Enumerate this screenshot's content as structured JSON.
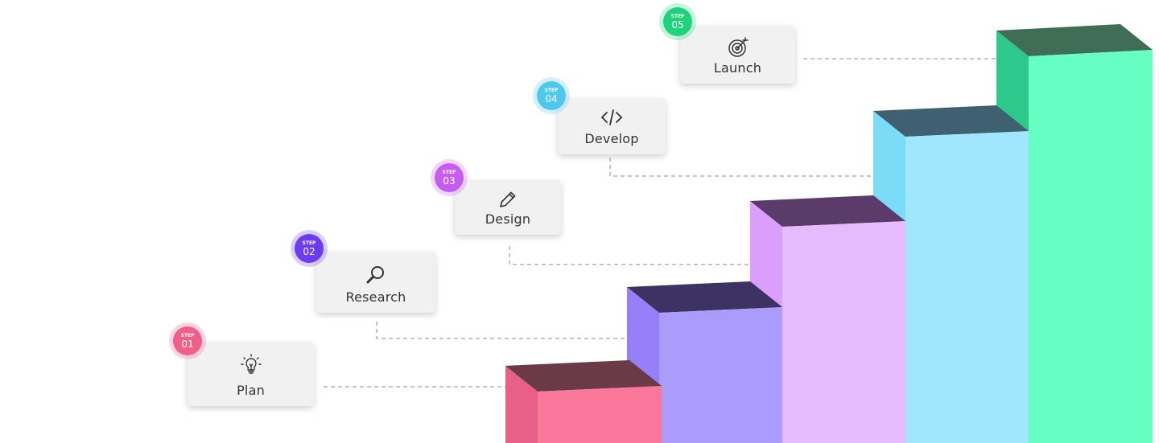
{
  "steps": [
    {
      "step_word": "STEP",
      "number": "01",
      "label": "Plan",
      "icon": "lightbulb-icon",
      "color": "#f25e8a"
    },
    {
      "step_word": "STEP",
      "number": "02",
      "label": "Research",
      "icon": "search-icon",
      "color": "#6b3cf2"
    },
    {
      "step_word": "STEP",
      "number": "03",
      "label": "Design",
      "icon": "pencil-icon",
      "color": "#c65df0"
    },
    {
      "step_word": "STEP",
      "number": "04",
      "label": "Develop",
      "icon": "code-icon",
      "color": "#4fc8ee"
    },
    {
      "step_word": "STEP",
      "number": "05",
      "label": "Launch",
      "icon": "target-icon",
      "color": "#1fd37a"
    }
  ],
  "stair_colors": {
    "plan": {
      "front": "#fb7799",
      "side": "#e86088",
      "top": "#6a3b46"
    },
    "research": {
      "front": "#ab9cfb",
      "side": "#9680fa",
      "top": "#3e3262"
    },
    "design": {
      "front": "#e6bbfd",
      "side": "#da9ffb",
      "top": "#5a3b6a"
    },
    "develop": {
      "front": "#a0e6fc",
      "side": "#7bdcf8",
      "top": "#3f6070"
    },
    "launch": {
      "front": "#66ffc1",
      "side": "#2dc98b",
      "top": "#3f6e55"
    }
  }
}
